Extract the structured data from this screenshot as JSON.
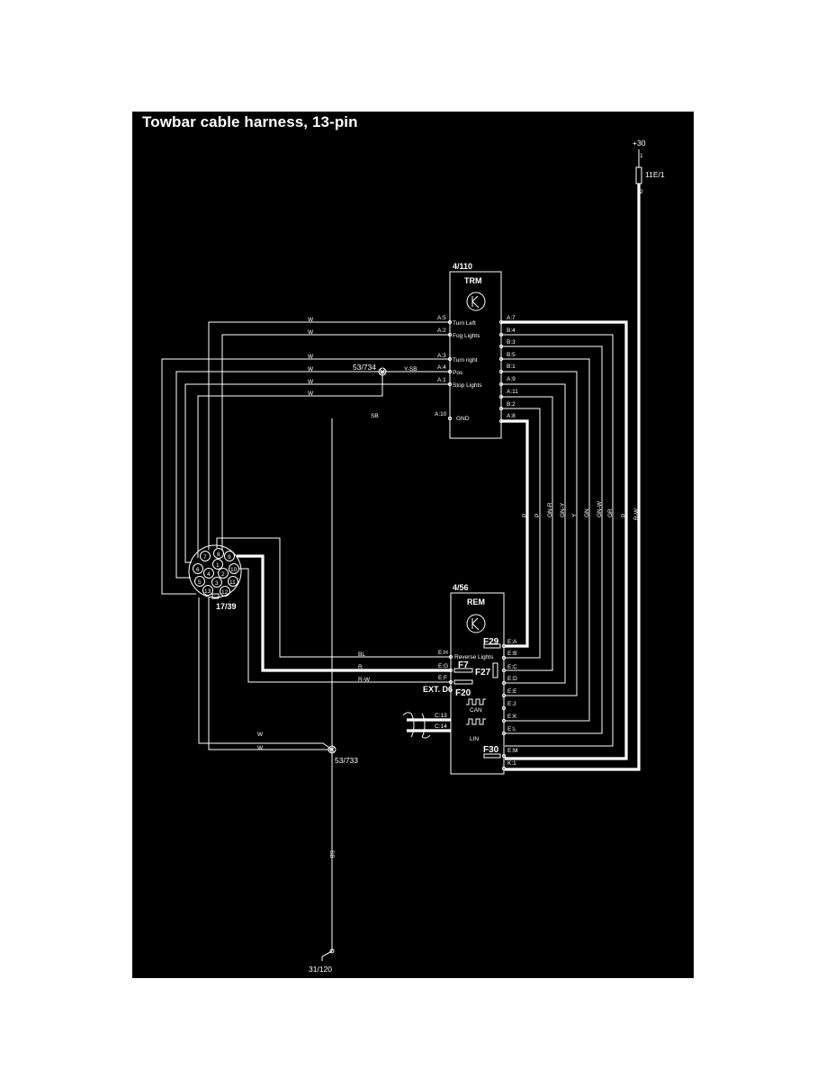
{
  "title": "Towbar cable harness, 13-pin",
  "supply": {
    "label": "+30",
    "fuse": "11E/1",
    "pin_top": "1",
    "pin_bottom": "2"
  },
  "trm": {
    "ref": "4/110",
    "name": "TRM",
    "left_pins": [
      {
        "pin": "A:5",
        "label": "Turn Left"
      },
      {
        "pin": "A:2",
        "label": "Fog Lights"
      },
      {
        "pin": "A:3",
        "label": "Turn right"
      },
      {
        "pin": "A:4",
        "label": "Pos"
      },
      {
        "pin": "A:1",
        "label": "Stop Lights"
      },
      {
        "pin": "A:10",
        "label": "GND"
      }
    ],
    "right_pins": [
      "A:7",
      "B:4",
      "B:3",
      "B:5",
      "B:1",
      "A:9",
      "A:11",
      "B:2",
      "A:8"
    ]
  },
  "left_wire_colors": [
    "W",
    "W",
    "W",
    "W",
    "W",
    "W"
  ],
  "gnd_wire_color": "SB",
  "splice_734": {
    "ref": "53/734",
    "wire": "Y-SB"
  },
  "vertical_wire_colors": [
    "P",
    "P",
    "GN-R",
    "GN-Y",
    "Y",
    "GN",
    "GN-W",
    "GR",
    "P",
    "R-W"
  ],
  "connector": {
    "ref": "17/39",
    "pins": [
      "1",
      "2",
      "3",
      "4",
      "5",
      "6",
      "7",
      "8",
      "9",
      "10",
      "11",
      "12",
      "13"
    ]
  },
  "rem": {
    "ref": "4/56",
    "name": "REM",
    "left_pins": [
      {
        "pin": "E:H",
        "label": "Reverse Lights",
        "wire": "BL"
      },
      {
        "pin": "E:G",
        "label": "",
        "wire": "R"
      },
      {
        "pin": "E:F",
        "label": "",
        "wire": "R-W"
      }
    ],
    "fuses": [
      "F29",
      "F7",
      "F27",
      "F20",
      "F30"
    ],
    "ext_label": "EXT. D6",
    "bus": [
      {
        "pin": "C:13",
        "label": "CAN"
      },
      {
        "pin": "C:14",
        "label": "LIN"
      }
    ],
    "right_pins": [
      "E:A",
      "E:B",
      "E:C",
      "E:D",
      "E:E",
      "E:J",
      "E:K",
      "E:L",
      "E:M",
      "K:1"
    ]
  },
  "splice_733": {
    "ref": "53/733",
    "wires": [
      "W",
      "W"
    ]
  },
  "ground": {
    "ref": "31/120",
    "wire": "SB"
  }
}
